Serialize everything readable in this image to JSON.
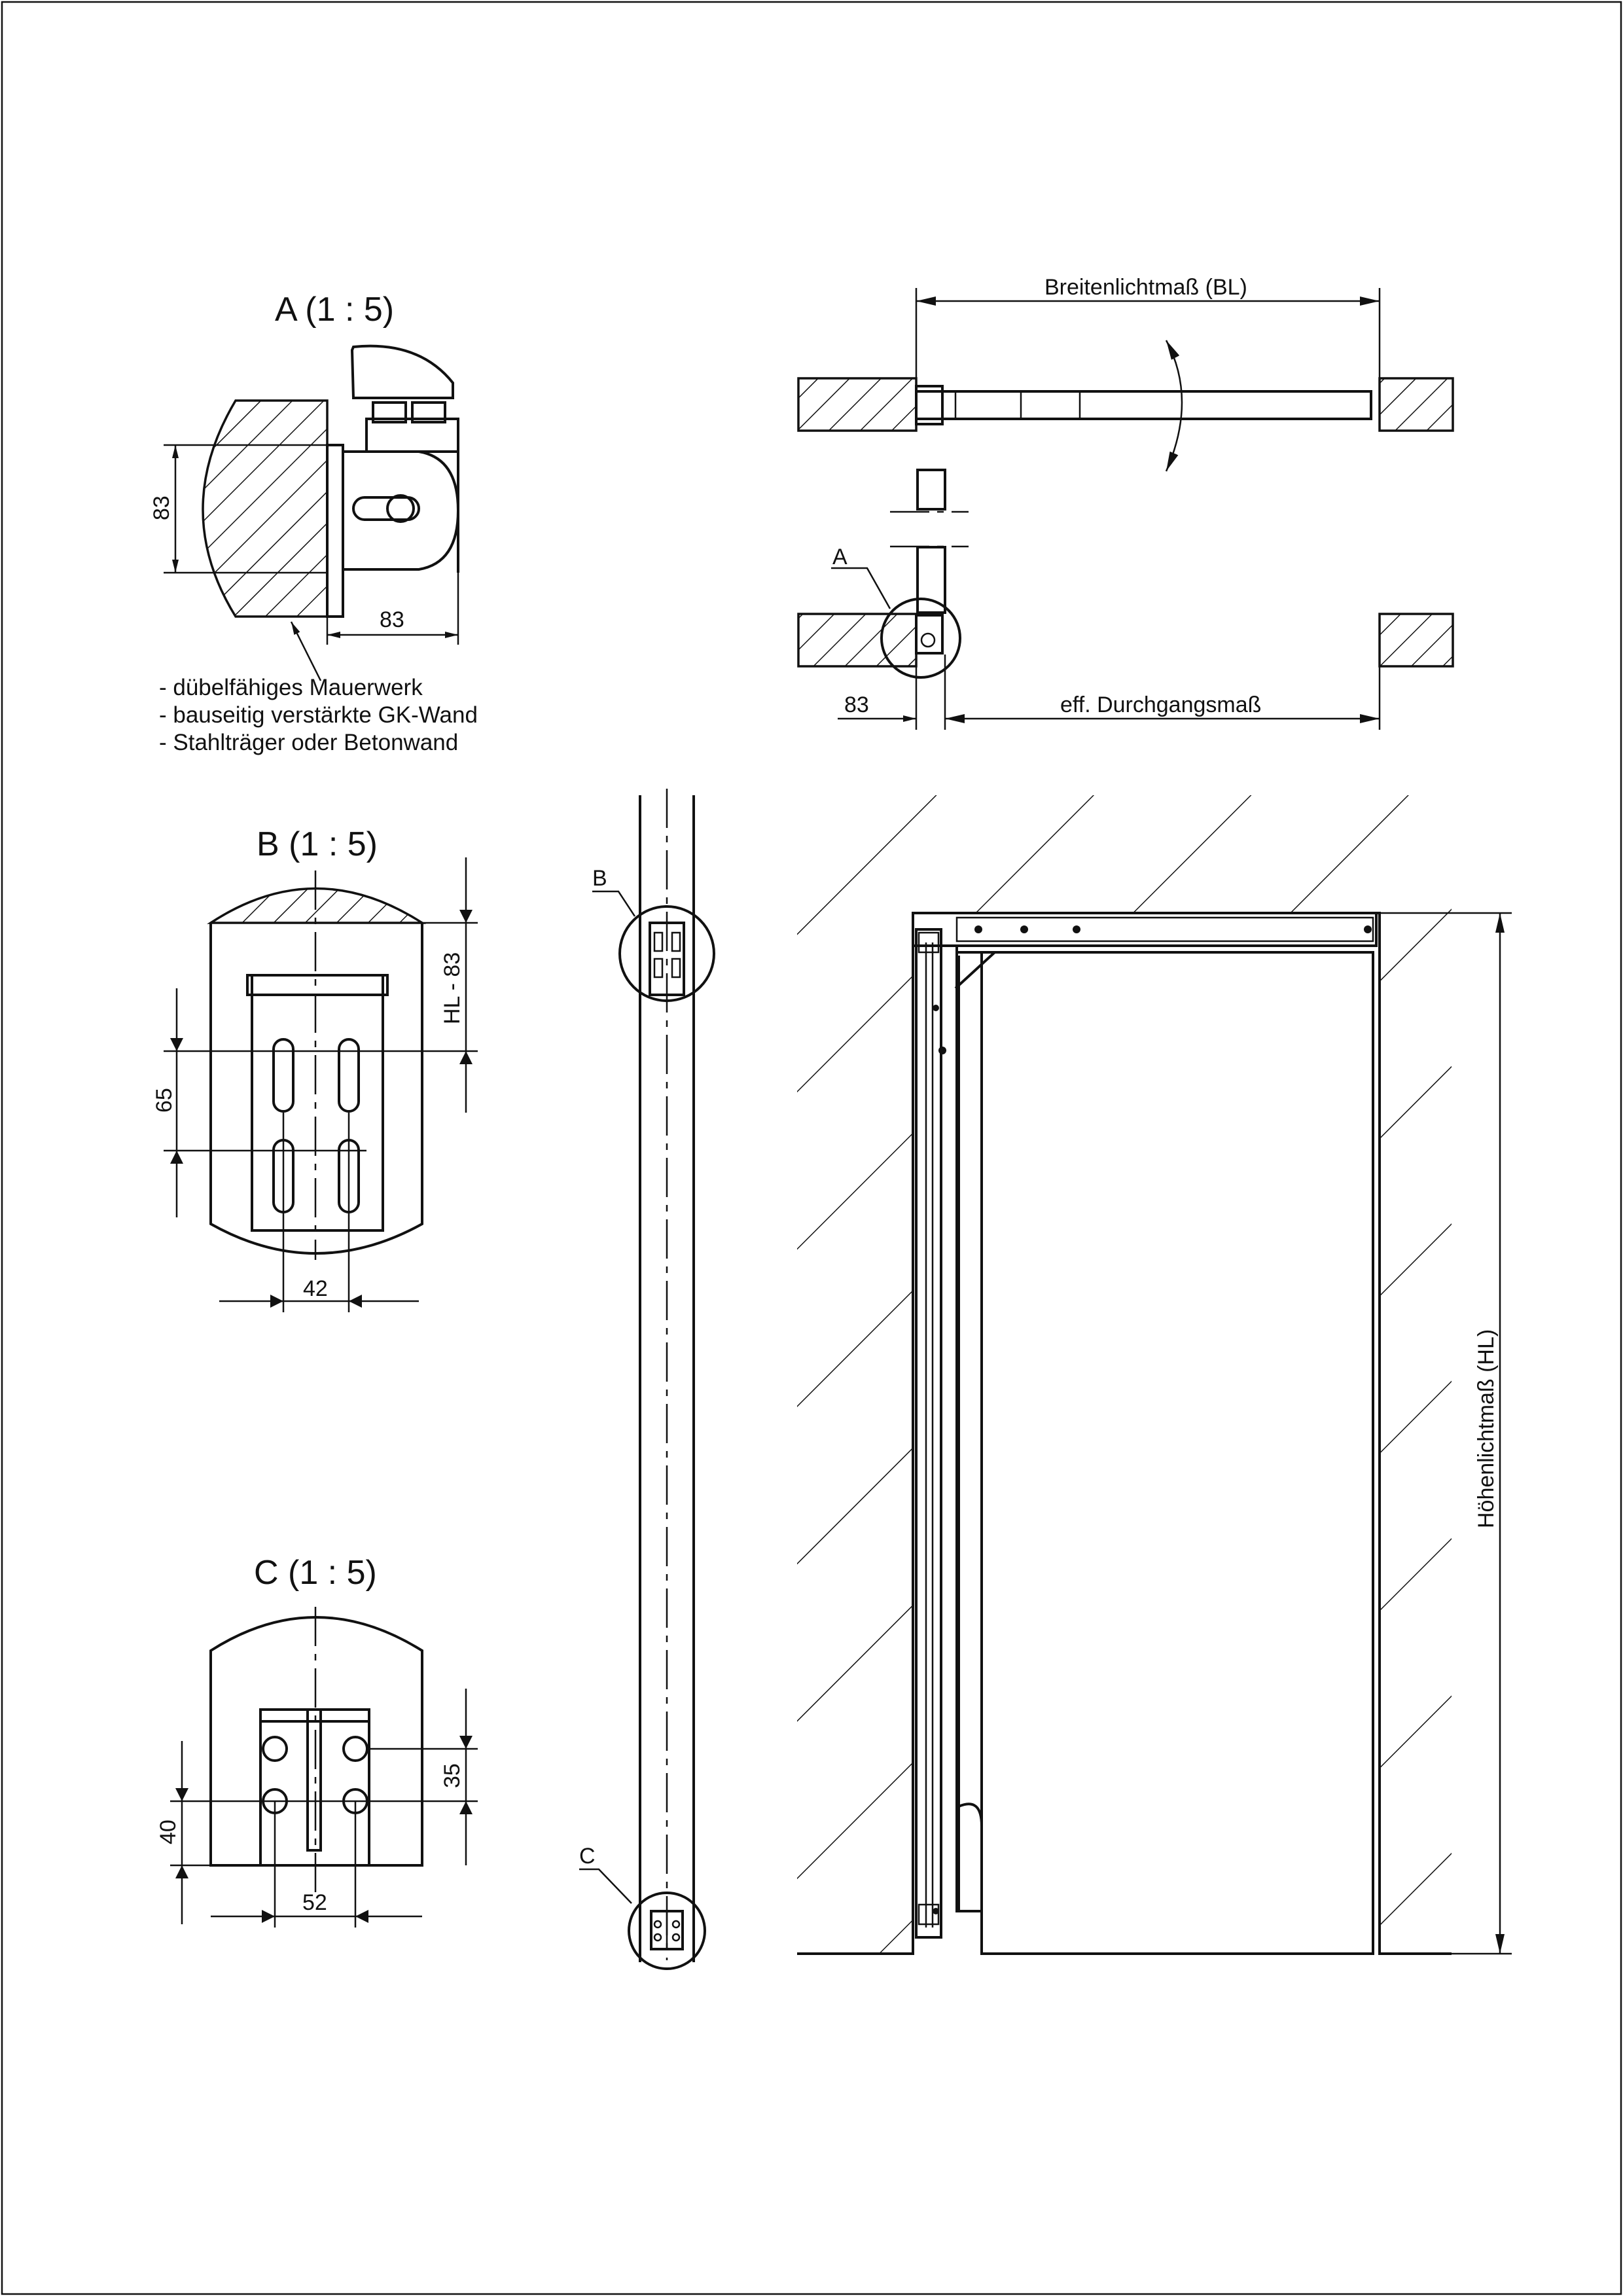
{
  "details": {
    "a": {
      "title": "A  (1 : 5)",
      "dim_height": "83",
      "dim_width": "83"
    },
    "b": {
      "title": "B  (1 : 5)",
      "dim_top": "HL - 83",
      "dim_vertical": "65",
      "dim_horizontal": "42"
    },
    "c": {
      "title": "C  (1 : 5)",
      "dim_vertical_right": "35",
      "dim_vertical_left": "40",
      "dim_horizontal": "52"
    }
  },
  "notes": [
    "- dübelfähiges Mauerwerk",
    "- bauseitig verstärkte GK-Wand",
    "- Stahlträger oder Betonwand"
  ],
  "plan_view": {
    "dim_top": "Breitenlichtmaß (BL)",
    "dim_offset": "83",
    "dim_bottom": "eff. Durchgangsmaß",
    "callout": "A"
  },
  "section_view": {
    "callout_b": "B",
    "callout_c": "C"
  },
  "elevation": {
    "dim_height": "Höhenlichtmaß (HL)"
  }
}
